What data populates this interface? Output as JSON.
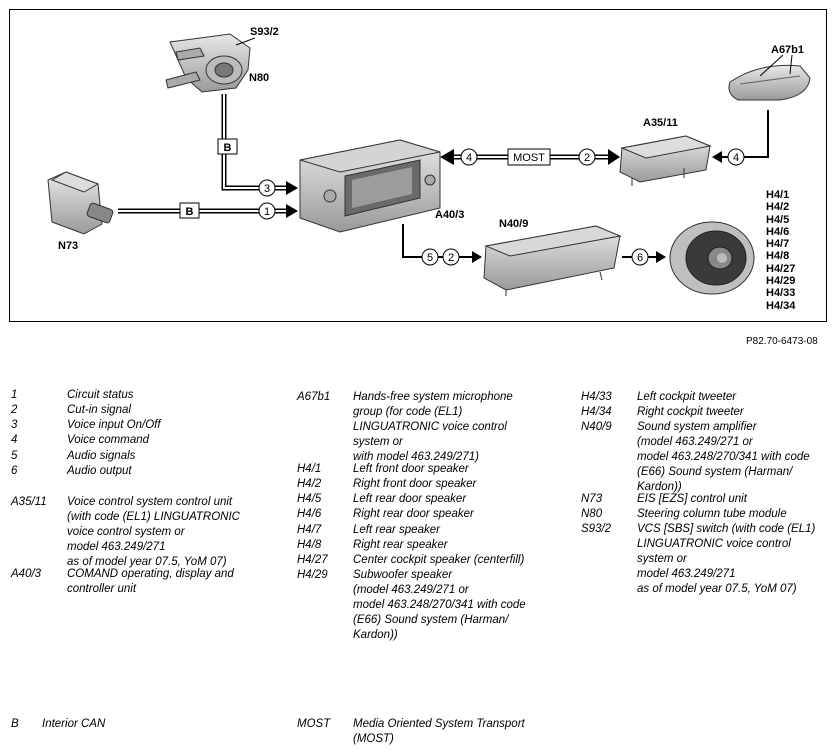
{
  "diagram": {
    "components": {
      "s93_2": "S93/2",
      "n80": "N80",
      "n73": "N73",
      "a40_3": "A40/3",
      "a35_11": "A35/11",
      "a67b1": "A67b1",
      "n40_9": "N40/9",
      "h4_list": [
        "H4/1",
        "H4/2",
        "H4/5",
        "H4/6",
        "H4/7",
        "H4/8",
        "H4/27",
        "H4/29",
        "H4/33",
        "H4/34"
      ]
    },
    "bus_labels": {
      "can": "B",
      "most": "MOST"
    },
    "signal_numbers": {
      "s1": "1",
      "s2": "2",
      "s3": "3",
      "s4": "4",
      "s5": "5",
      "s6": "6"
    }
  },
  "ref_code": "P82.70-6473-08",
  "legend": {
    "col1": [
      {
        "code": "1",
        "desc": "Circuit status"
      },
      {
        "code": "2",
        "desc": "Cut-in signal"
      },
      {
        "code": "3",
        "desc": "Voice input On/Off"
      },
      {
        "code": "4",
        "desc": "Voice command"
      },
      {
        "code": "5",
        "desc": "Audio signals"
      },
      {
        "code": "6",
        "desc": "Audio output"
      },
      {
        "code": "A35/11",
        "desc": "Voice control system control unit\n(with code (EL1) LINGUATRONIC\nvoice control system or\nmodel 463.249/271\n as of model year 07.5, YoM 07)"
      },
      {
        "code": "A40/3",
        "desc": "COMAND operating, display and\ncontroller unit"
      }
    ],
    "col2": [
      {
        "code": "A67b1",
        "desc": "Hands-free system microphone\ngroup (for code (EL1)\nLINGUATRONIC voice control\nsystem or\nwith model 463.249/271)"
      },
      {
        "code": "H4/1",
        "desc": "Left front door speaker"
      },
      {
        "code": "H4/2",
        "desc": "Right front door speaker"
      },
      {
        "code": "H4/5",
        "desc": "Left rear door speaker"
      },
      {
        "code": "H4/6",
        "desc": "Right rear door speaker"
      },
      {
        "code": "H4/7",
        "desc": "Left rear speaker"
      },
      {
        "code": "H4/8",
        "desc": "Right rear speaker"
      },
      {
        "code": "H4/27",
        "desc": "Center cockpit speaker (centerfill)"
      },
      {
        "code": "H4/29",
        "desc": "Subwoofer speaker\n(model 463.249/271 or\nmodel 463.248/270/341 with code\n(E66) Sound system (Harman/\nKardon))"
      }
    ],
    "col3": [
      {
        "code": "H4/33",
        "desc": "Left cockpit tweeter"
      },
      {
        "code": "H4/34",
        "desc": "Right cockpit tweeter"
      },
      {
        "code": "N40/9",
        "desc": "Sound system amplifier\n(model 463.249/271 or\nmodel 463.248/270/341 with code\n(E66) Sound system (Harman/\nKardon))"
      },
      {
        "code": "N73",
        "desc": "EIS [EZS] control unit"
      },
      {
        "code": "N80",
        "desc": "Steering column tube module"
      },
      {
        "code": "S93/2",
        "desc": "VCS [SBS] switch (with code (EL1)\nLINGUATRONIC voice control\nsystem or\nmodel 463.249/271\nas of model year 07.5, YoM 07)"
      }
    ],
    "bottom": [
      {
        "code": "B",
        "desc": "Interior CAN"
      },
      {
        "code": "MOST",
        "desc": "Media Oriented System Transport\n(MOST)"
      }
    ]
  }
}
